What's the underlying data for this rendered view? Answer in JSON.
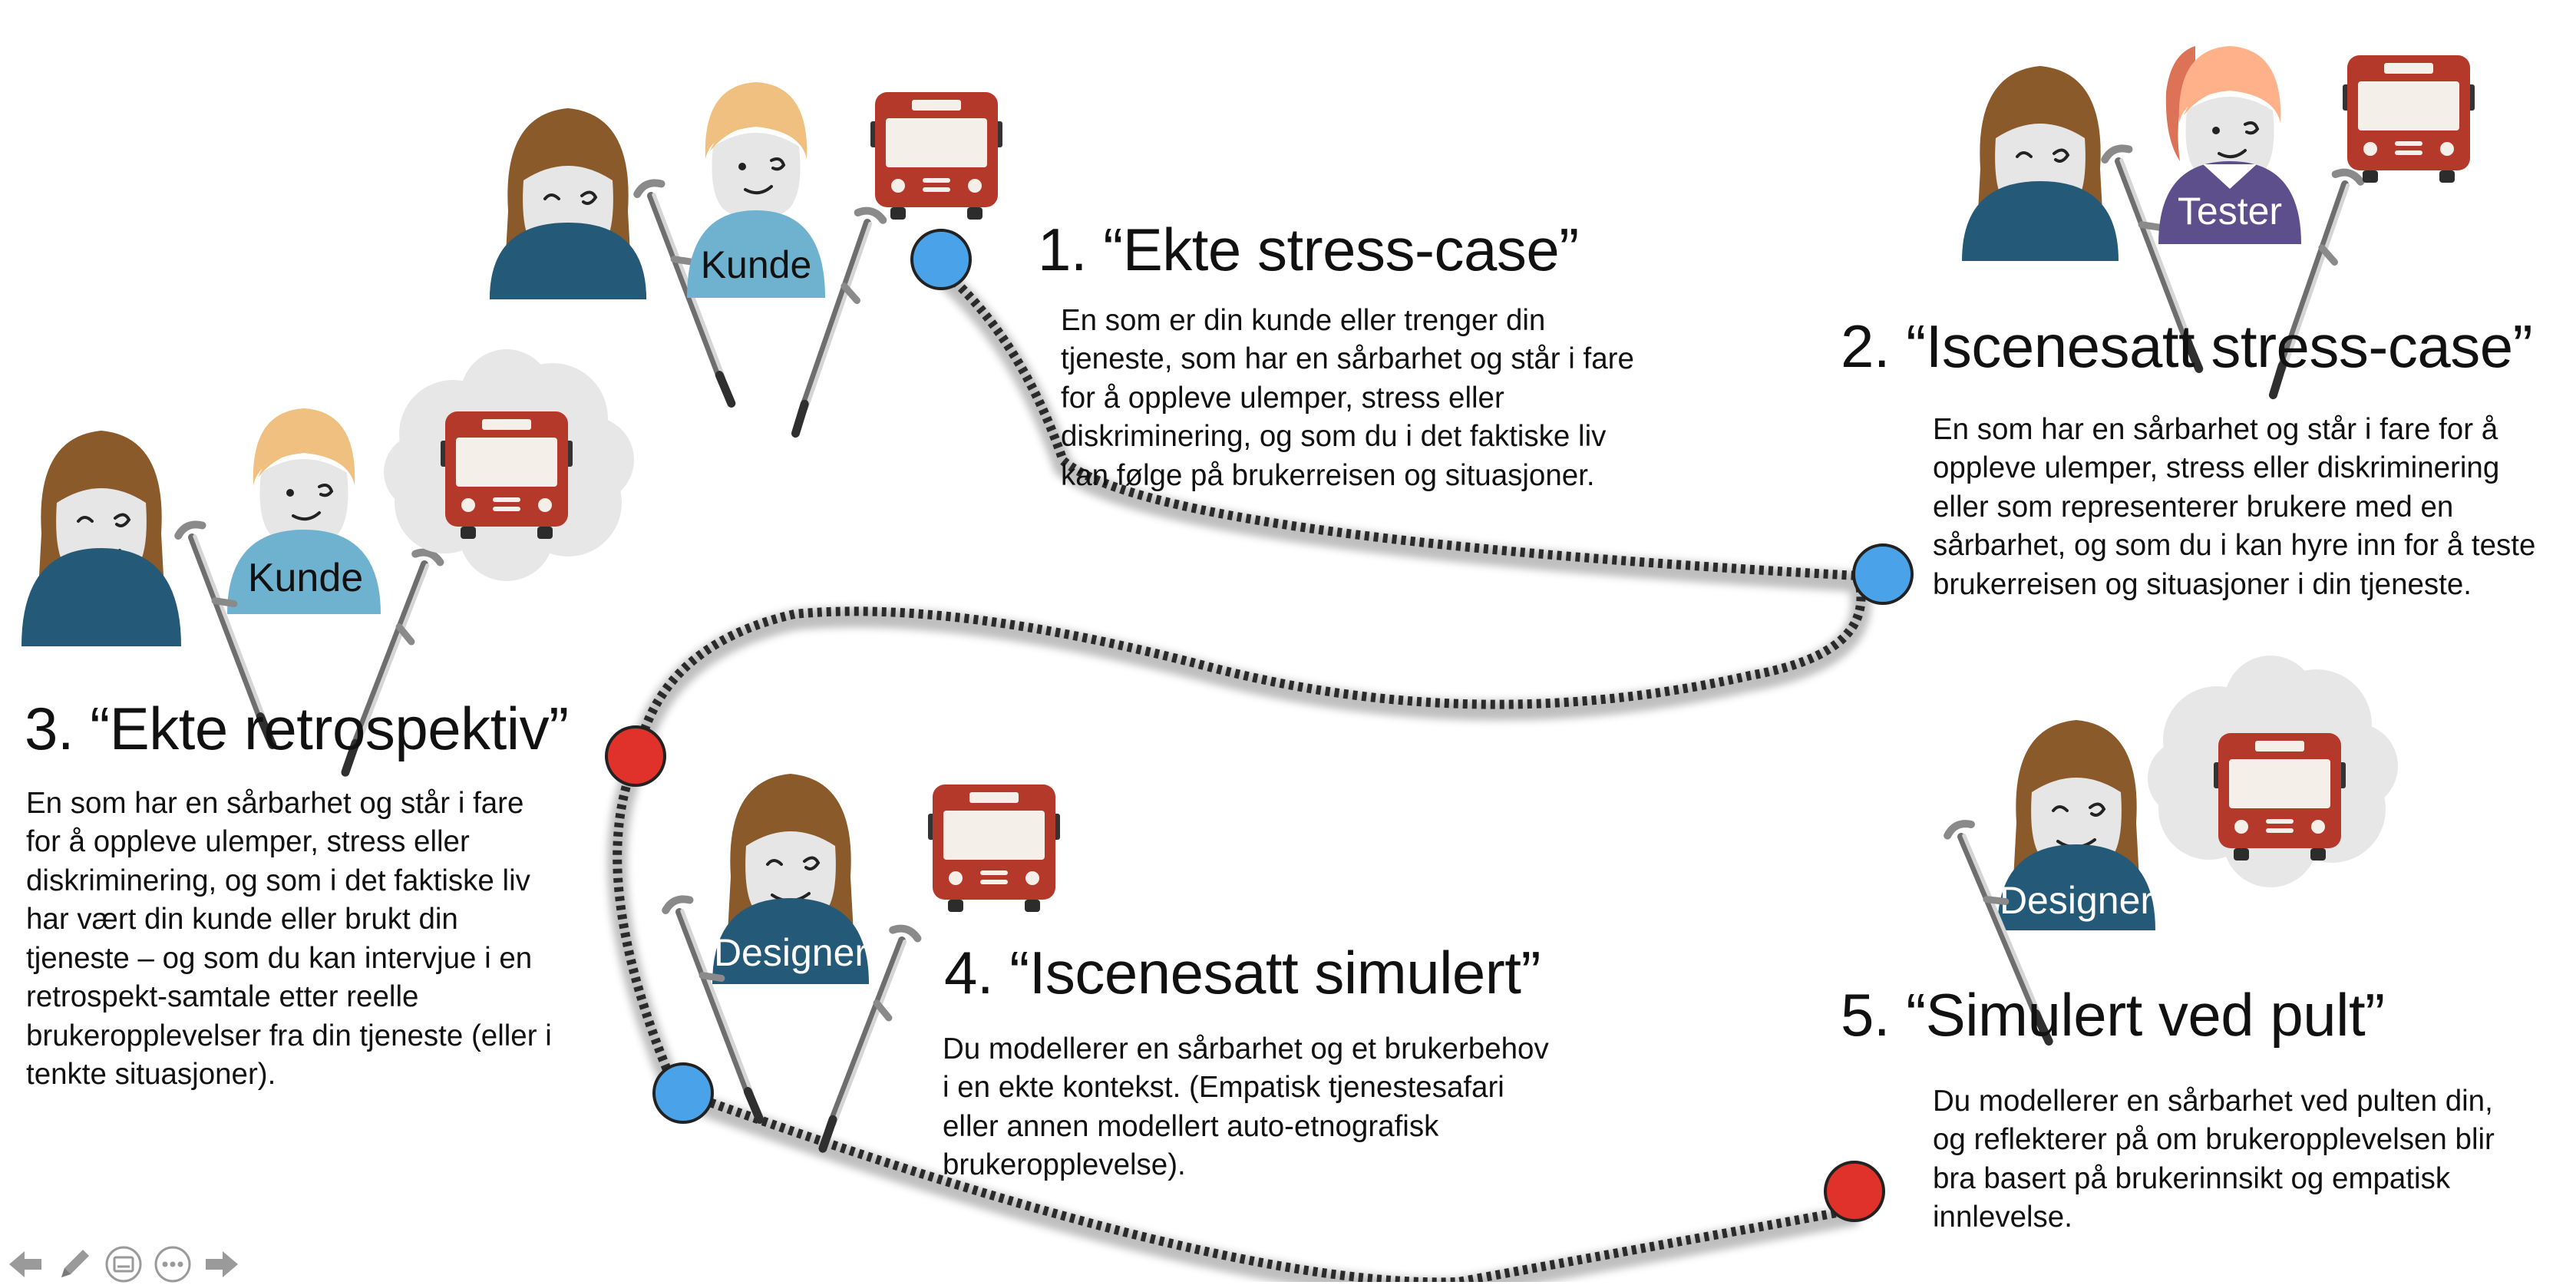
{
  "steps": [
    {
      "title": "1. “Ekte stress-case”",
      "description": "En som er din kunde eller trenger din tjeneste, som har en sårbarhet og står i fare for å oppleve ulemper, stress eller diskriminering, og som du i det faktiske liv kan følge på brukerreisen og situasjoner."
    },
    {
      "title": "2. “Iscenesatt stress-case”",
      "description": "En som har en sårbarhet og står i fare for å oppleve ulemper, stress eller diskriminering eller som representerer brukere med en sårbarhet, og som du i kan hyre inn for å teste brukerreisen og situasjoner i din tjeneste."
    },
    {
      "title": "3. “Ekte retrospektiv”",
      "description": "En som har en sårbarhet og står i fare for å oppleve ulemper, stress eller diskriminering, og som i det faktiske liv har vært din kunde eller brukt din tjeneste – og som du kan intervjue i en retrospekt-samtale etter reelle brukeropplevelser fra din tjeneste (eller i tenkte situasjoner)."
    },
    {
      "title": "4. “Iscenesatt simulert”",
      "description": "Du modellerer en sårbarhet og et brukerbehov i en ekte kontekst. (Empatisk tjenestesafari eller annen modellert auto-etnografisk brukeropplevelse)."
    },
    {
      "title": "5.  “Simulert ved pult”",
      "description": "Du modellerer en sårbarhet ved pulten din, og reflekterer på om brukeropplevelsen blir bra basert på brukerinnsikt og empatisk innlevelse."
    }
  ],
  "labels": {
    "kunde_1": "Kunde",
    "kunde_2": "Kunde",
    "tester": "Tester",
    "designer_1": "Designer",
    "designer_2": "Designer"
  },
  "colors": {
    "marker_blue": "#4aa3e8",
    "marker_red": "#e0322a",
    "bus_red": "#b5392b",
    "person_dark_blue": "#245a78",
    "person_light_blue": "#6fb2cf",
    "person_purple": "#5d4e8c",
    "hair_brown": "#8a5a2b",
    "hair_blonde": "#efc07f",
    "hair_red": "#dd7356"
  },
  "icons": [
    "woman-brown-hair-icon",
    "blonde-person-icon",
    "redhead-tester-icon",
    "crutch-icon",
    "bus-icon",
    "thought-cloud-icon",
    "route-marker-icon"
  ],
  "toolbar": [
    "prev-arrow-icon",
    "pen-icon",
    "subtitle-icon",
    "more-icon",
    "next-arrow-icon"
  ]
}
